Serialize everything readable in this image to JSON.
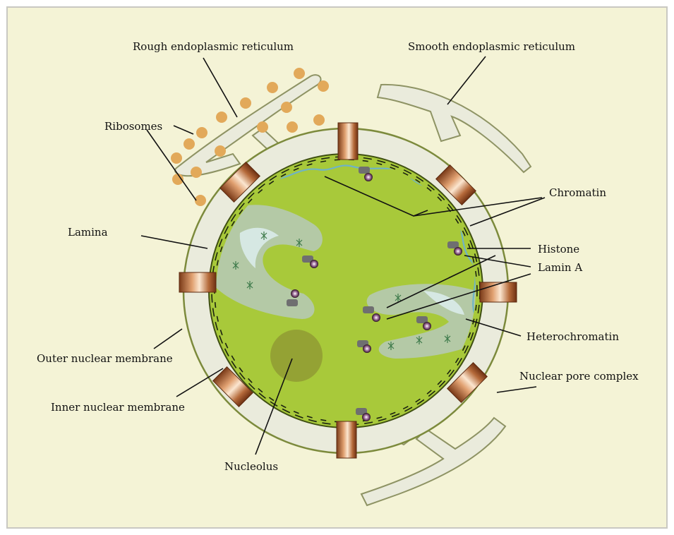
{
  "colors": {
    "background": "#f4f3d6",
    "border": "#c9c8c2",
    "er_fill": "#eaebdc",
    "er_stroke": "#8e9364",
    "nucleoplasm": "#a8c93a",
    "ribosome": "#e2a95a",
    "heterochromatin": "#b5c9b0",
    "nucleolus": "#92a034",
    "lamina_line": "#6fb3c6",
    "chromatin_line": "#1b2210",
    "pore_copper": "#b96a3a"
  },
  "labels": {
    "rough_er": "Rough endoplasmic reticulum",
    "smooth_er": "Smooth endoplasmic reticulum",
    "ribosomes": "Ribosomes",
    "chromatin": "Chromatin",
    "lamina": "Lamina",
    "histone": "Histone",
    "lamin_a": "Lamin A",
    "heterochromatin": "Heterochromatin",
    "outer_membrane": "Outer nuclear membrane",
    "nuclear_pore": "Nuclear pore complex",
    "inner_membrane": "Inner nuclear membrane",
    "nucleolus": "Nucleolus"
  }
}
